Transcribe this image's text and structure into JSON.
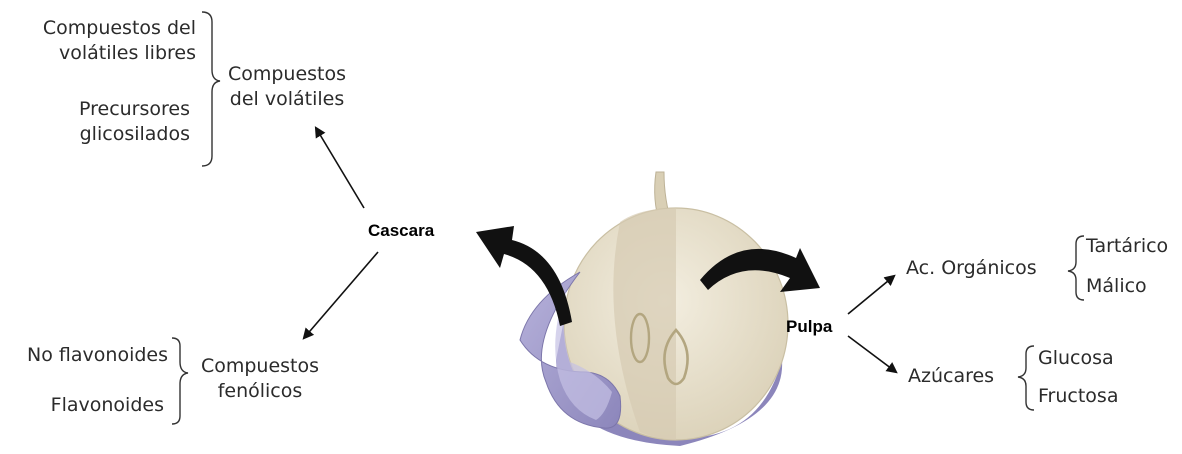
{
  "colors": {
    "pulp": "#e9e2cf",
    "pulp_shadow": "#d5cbb2",
    "skin": "#a49ecc",
    "skin_dark": "#857fb3",
    "arrow": "#111111"
  },
  "cascara": {
    "label": "Cascara",
    "volatiles": {
      "title_line1": "Compuestos",
      "title_line2": "del volátiles",
      "items": [
        {
          "line1": "Compuestos del",
          "line2": "volátiles libres"
        },
        {
          "line1": "Precursores",
          "line2": "glicosilados"
        }
      ]
    },
    "phenolics": {
      "title_line1": "Compuestos",
      "title_line2": "fenólicos",
      "items": [
        "No flavonoides",
        "Flavonoides"
      ]
    }
  },
  "pulpa": {
    "label": "Pulpa",
    "acids": {
      "title": "Ac. Orgánicos",
      "items": [
        "Tartárico",
        "Málico"
      ]
    },
    "sugars": {
      "title": "Azúcares",
      "items": [
        "Glucosa",
        "Fructosa"
      ]
    }
  }
}
